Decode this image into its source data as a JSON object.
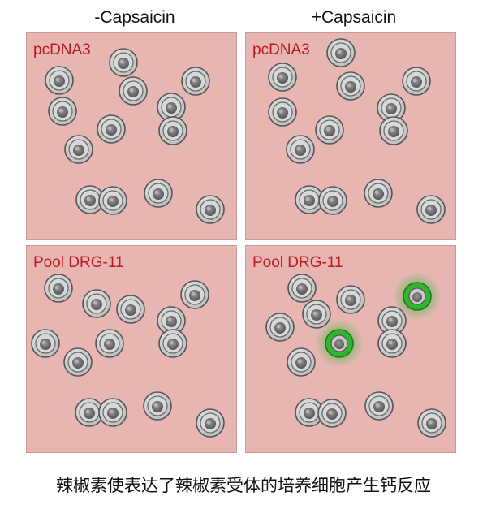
{
  "columns": [
    "-Capsaicin",
    "+Capsaicin"
  ],
  "panels": [
    {
      "label": "pcDNA3"
    },
    {
      "label": "pcDNA3"
    },
    {
      "label": "Pool DRG-11"
    },
    {
      "label": "Pool DRG-11",
      "responding_cells": 2
    }
  ],
  "caption": "辣椒素使表达了辣椒素受体的培养细胞产生钙反应",
  "colors": {
    "panel_background": "#e7b6b3",
    "label_text": "#c0181f",
    "cell_gray": "#bdbdbd",
    "response_green": "#33b531"
  }
}
